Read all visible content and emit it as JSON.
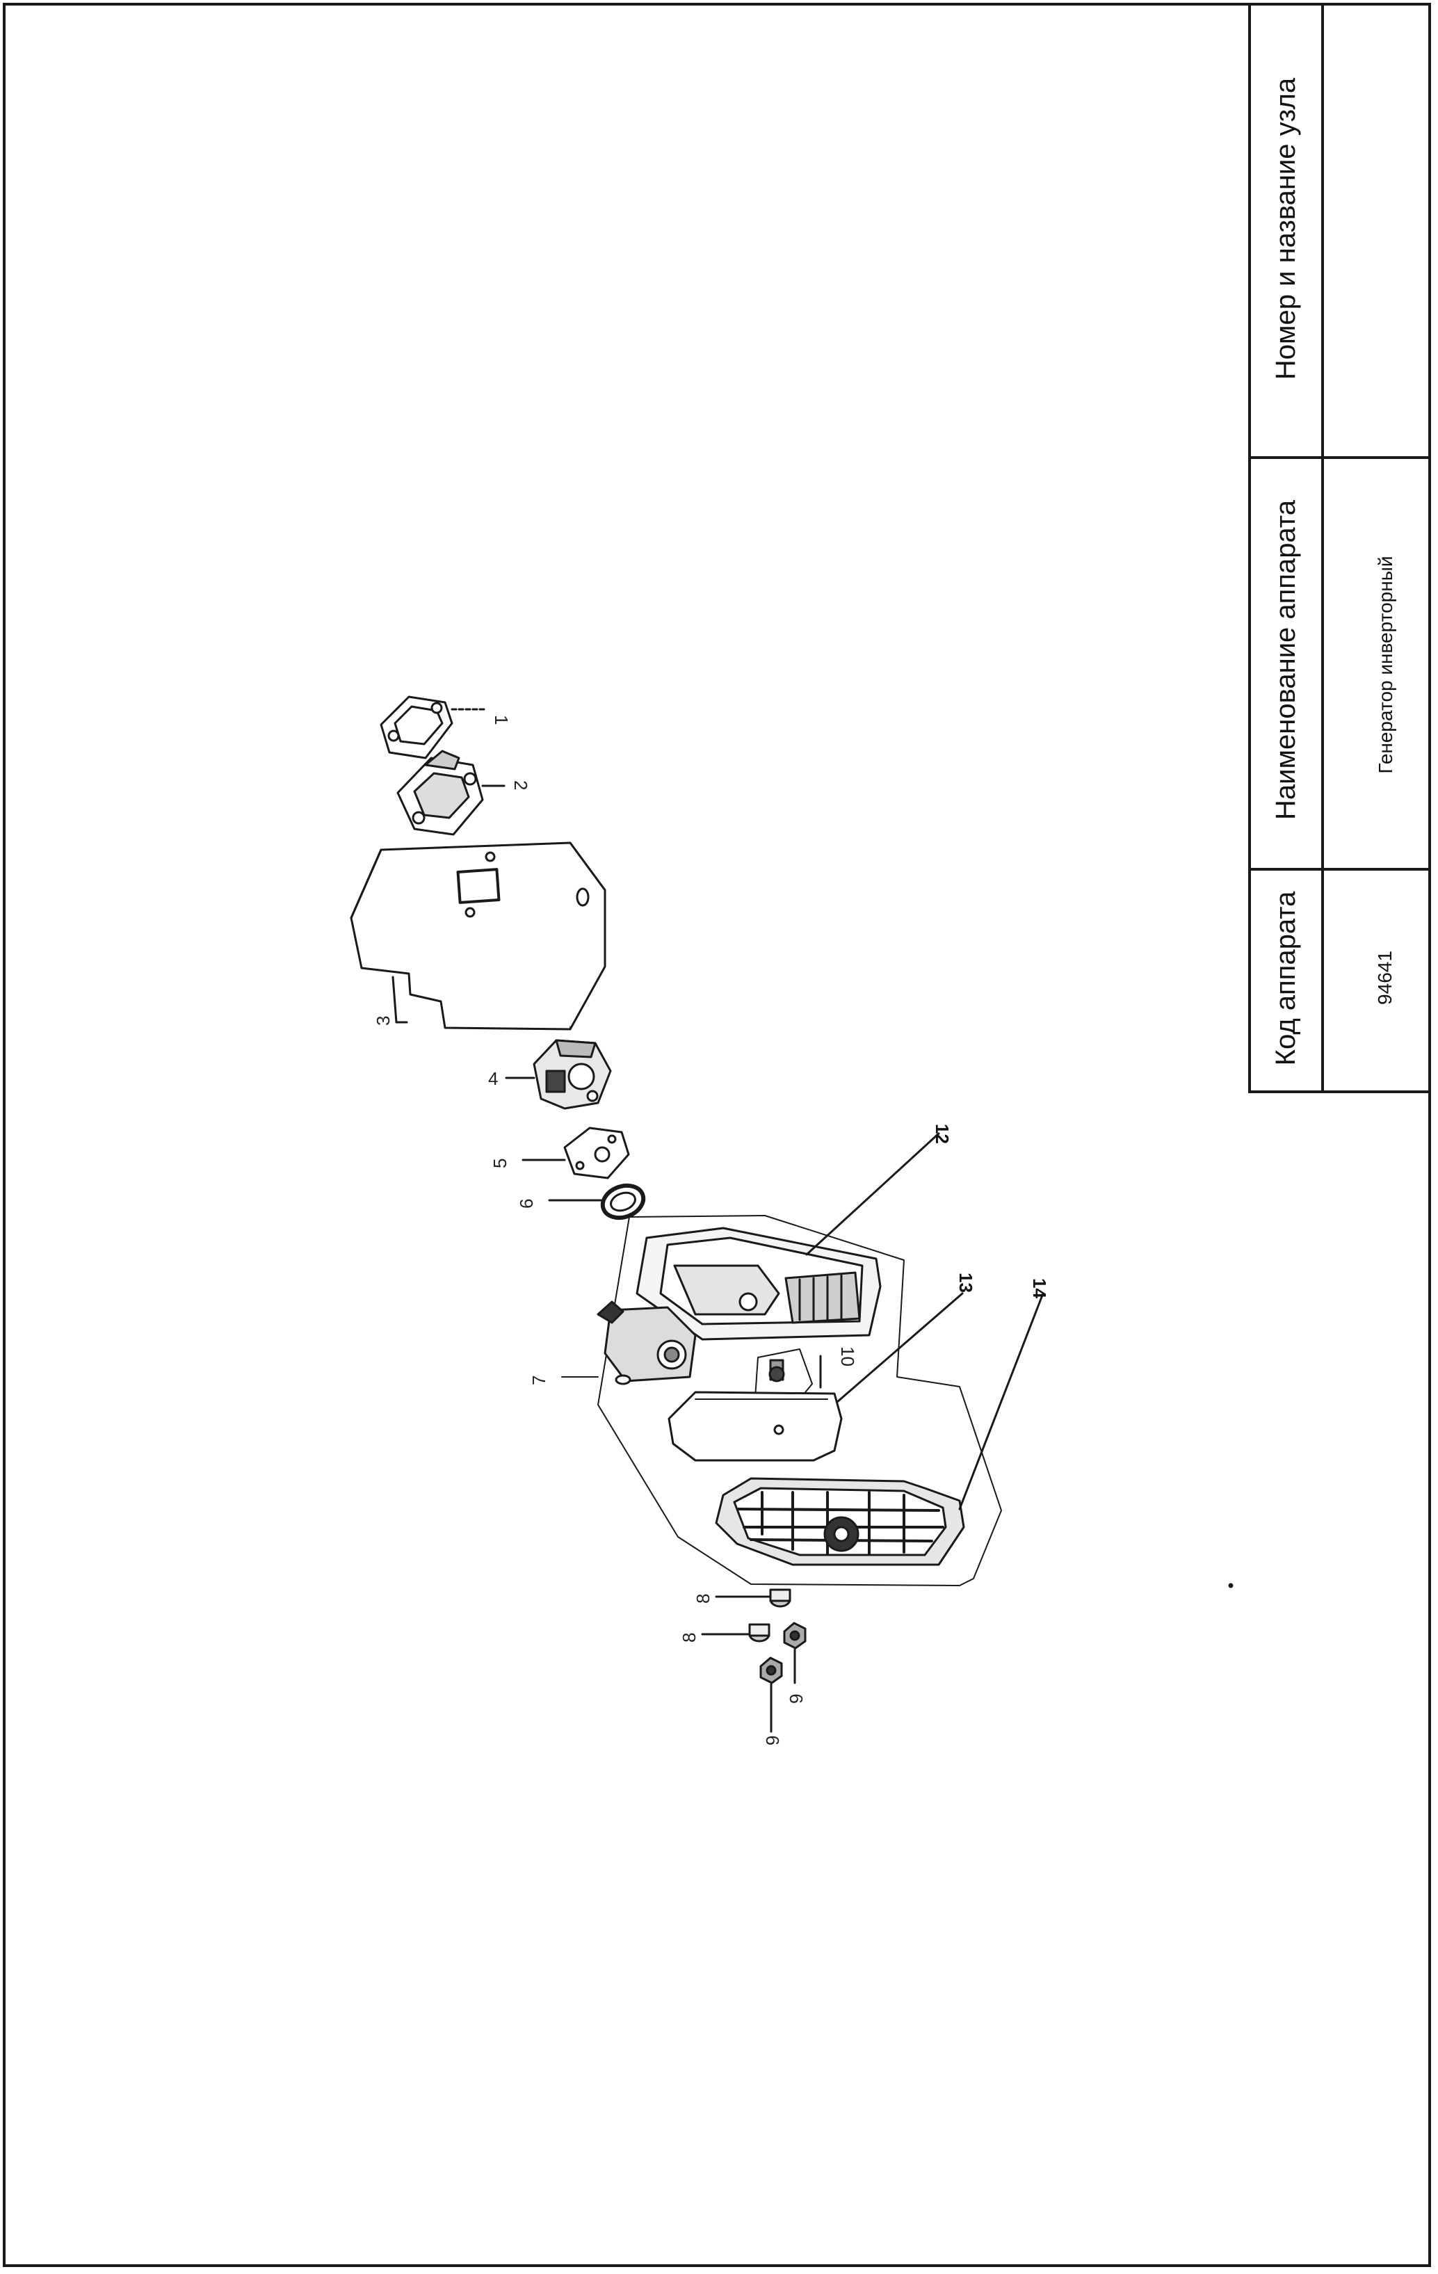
{
  "title_block": {
    "headers": {
      "node": "Номер и название узла",
      "device_name": "Наименование аппарата",
      "device_code": "Код аппарата"
    },
    "values": {
      "node": "",
      "device_name": "Генератор инверторный",
      "device_code": "94641"
    }
  },
  "callouts": {
    "c1": "1",
    "c2": "2",
    "c3": "3",
    "c4": "4",
    "c5": "5",
    "c6": "6",
    "c7": "7",
    "c8a": "8",
    "c8b": "8",
    "c9a": "9",
    "c9b": "9",
    "c10": "10",
    "c12": "12",
    "c13": "13",
    "c14": "14"
  },
  "colors": {
    "line": "#1a1a1a",
    "part_fill": "#ffffff",
    "shade": "#555555"
  }
}
